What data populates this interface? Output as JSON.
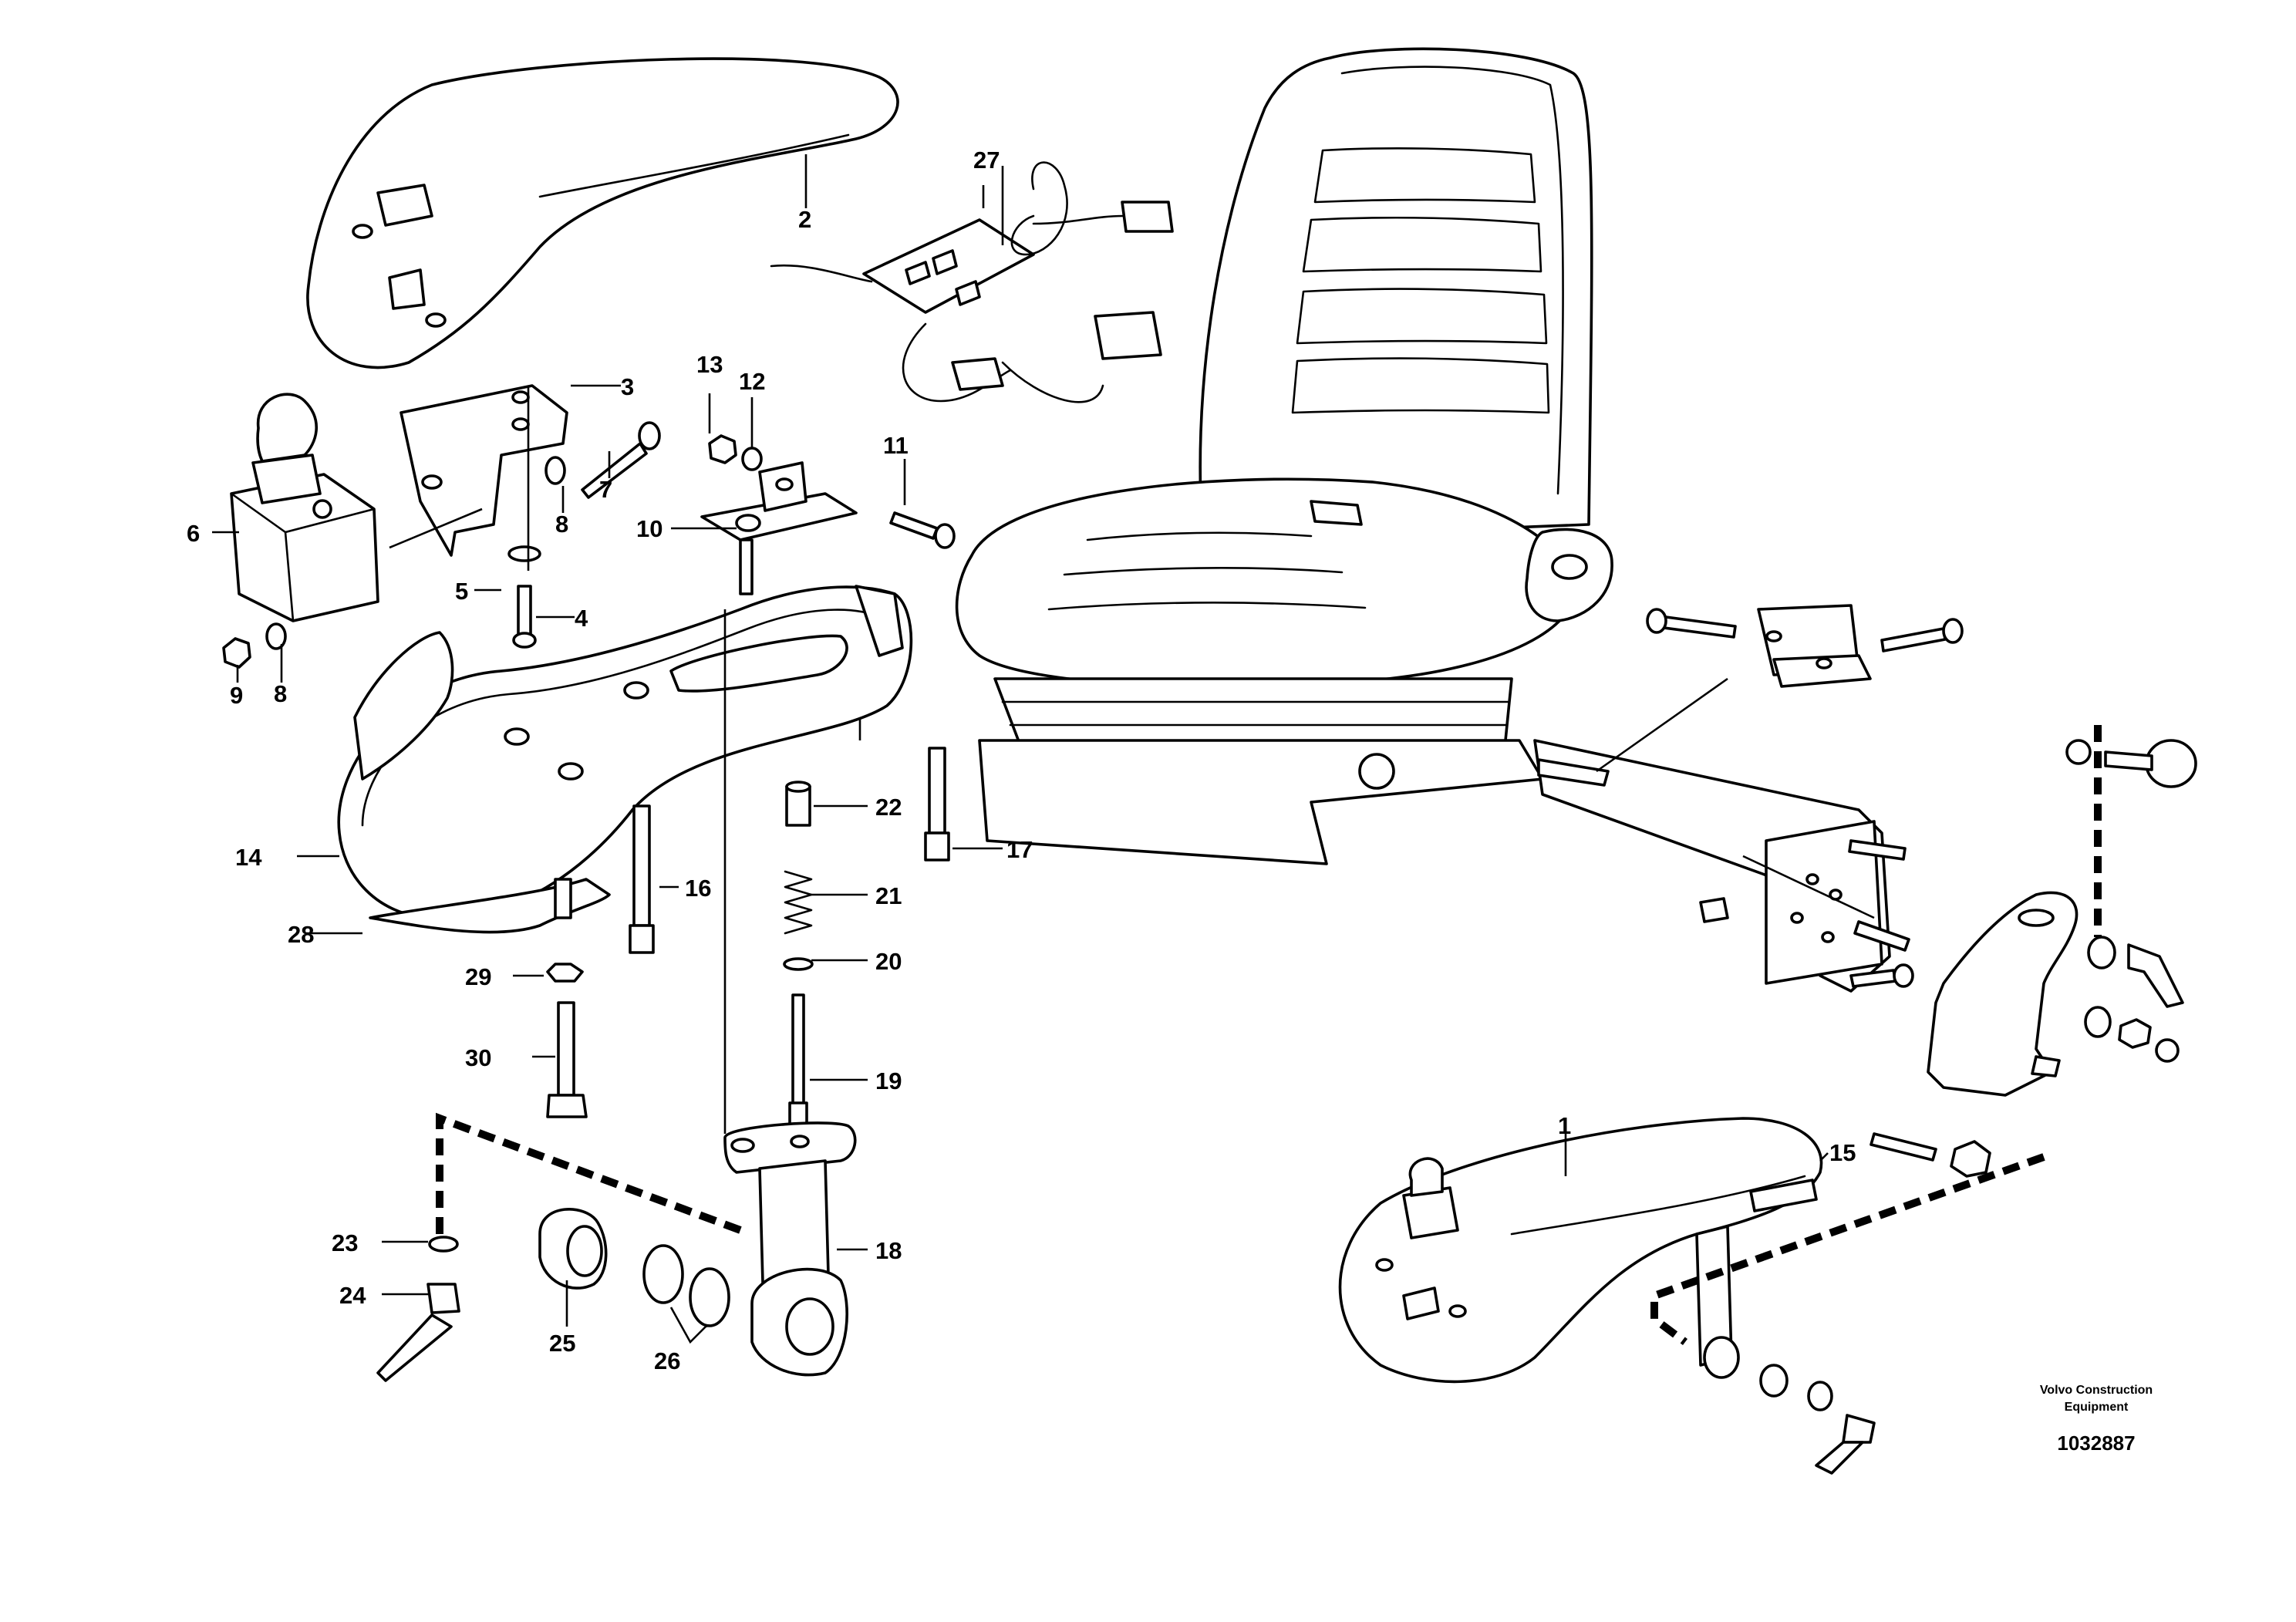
{
  "callouts": {
    "c1": "1",
    "c2": "2",
    "c3": "3",
    "c4": "4",
    "c5": "5",
    "c6": "6",
    "c7": "7",
    "c8a": "8",
    "c8b": "8",
    "c9": "9",
    "c10": "10",
    "c11": "11",
    "c12": "12",
    "c13": "13",
    "c14": "14",
    "c15": "15",
    "c16": "16",
    "c17": "17",
    "c18": "18",
    "c19": "19",
    "c20": "20",
    "c21": "21",
    "c22": "22",
    "c23": "23",
    "c24": "24",
    "c25": "25",
    "c26": "26",
    "c27": "27",
    "c28": "28",
    "c29": "29",
    "c30": "30"
  },
  "footer": {
    "brand_line1": "Volvo Construction",
    "brand_line2": "Equipment",
    "drawing_number": "1032887"
  }
}
